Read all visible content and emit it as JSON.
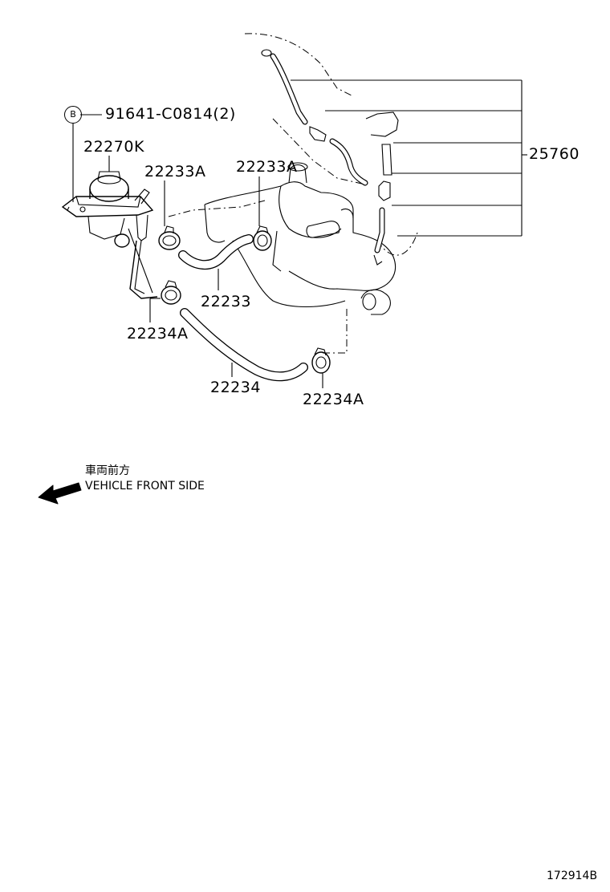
{
  "callouts": {
    "bolt_symbol": "B",
    "bolt_part": "91641-C0814(2)",
    "valve": "22270K",
    "clamp_a_left": "22233A",
    "clamp_a_right": "22233A",
    "hose_upper": "22233",
    "clamp_b_upper": "22234A",
    "hose_lower": "22234",
    "clamp_b_lower": "22234A",
    "vacuum_hose": "25760"
  },
  "orientation": {
    "japanese": "車両前方",
    "english": "VEHICLE FRONT SIDE"
  },
  "figure_id": "172914B",
  "icons": [
    "arrow-front-icon"
  ]
}
